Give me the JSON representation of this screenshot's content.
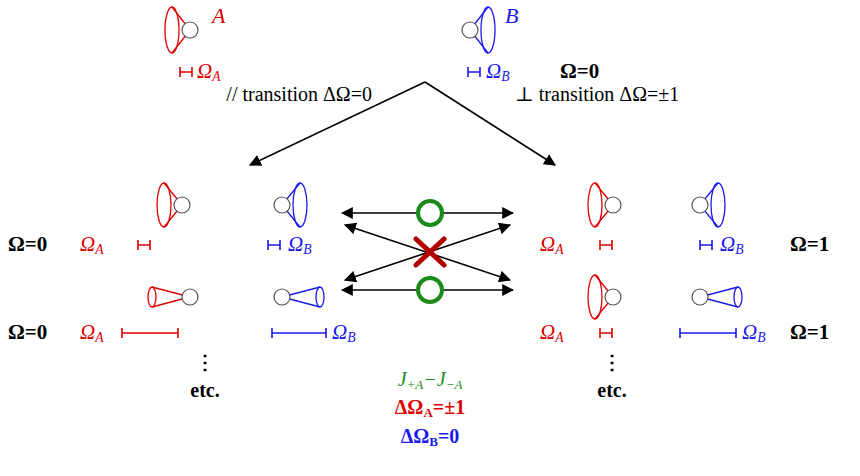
{
  "diagram": {
    "labels": [
      "A",
      "B",
      "ΩA",
      "ΩB",
      "Ω=0",
      "// transition ΔΩ=0",
      "⊥ transition ΔΩ=±1",
      "Ω=0",
      "ΩA",
      "ΩB",
      "ΩA",
      "ΩB",
      "Ω=1",
      "Ω=0",
      "ΩA",
      "ΩB",
      "ΩA",
      "ΩB",
      "Ω=1",
      "⋮",
      "etc.",
      "⋮",
      "etc.",
      "J+A−J−A",
      "ΔΩA=±1",
      "ΔΩB=0"
    ]
  }
}
